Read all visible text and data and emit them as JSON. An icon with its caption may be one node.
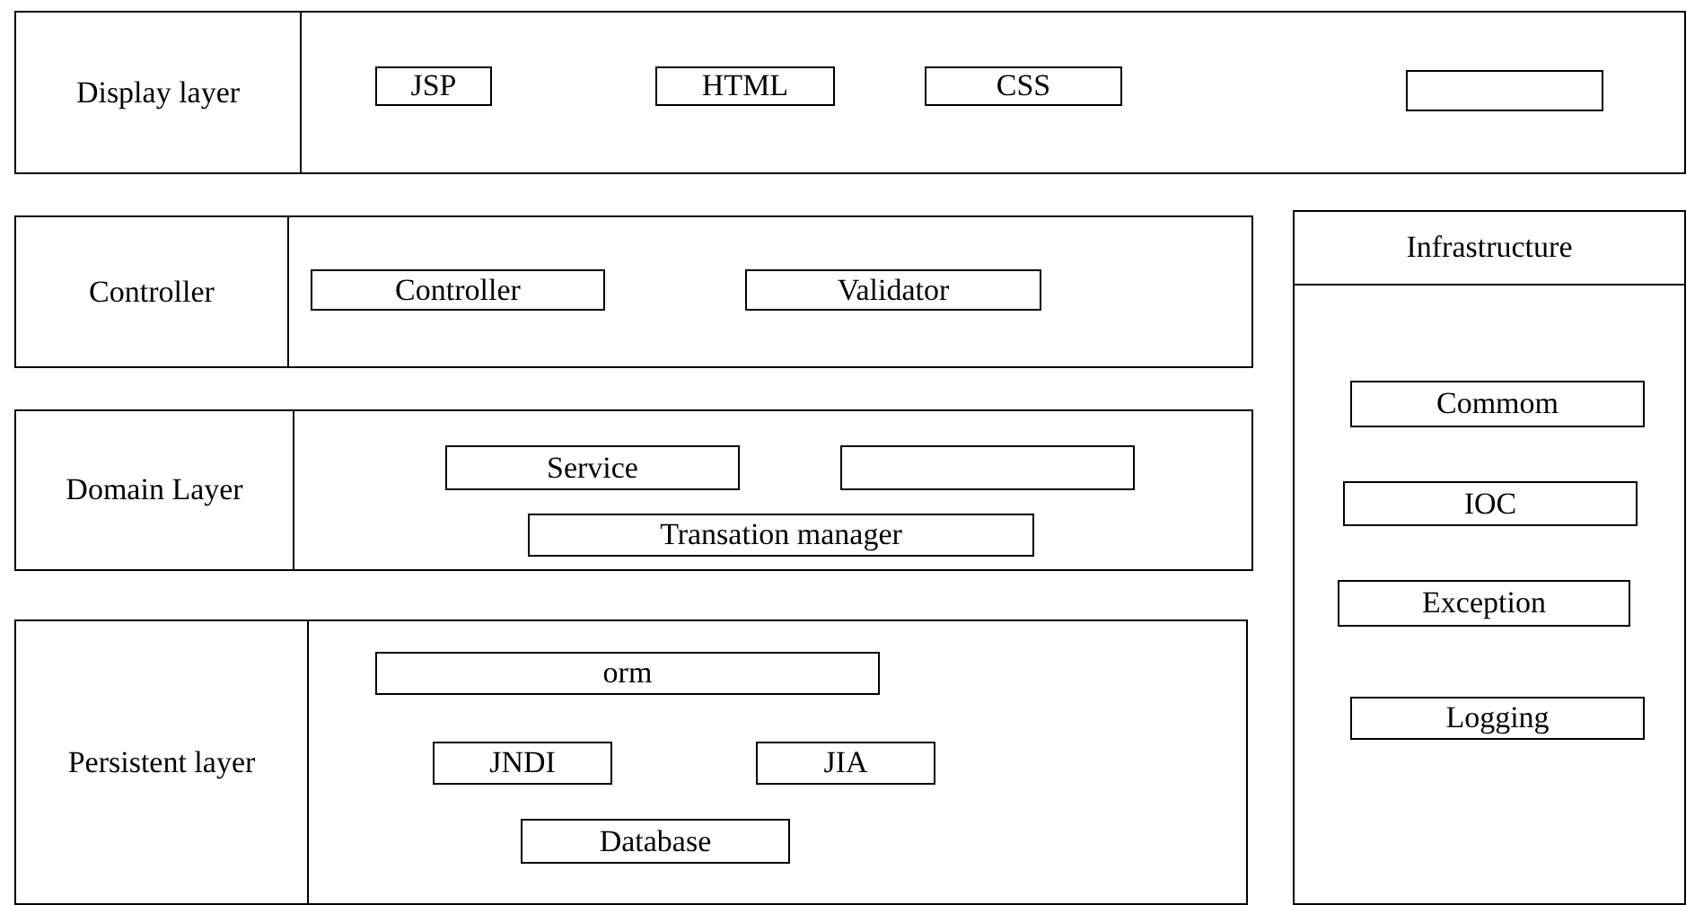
{
  "diagram": {
    "nodes": [
      {
        "text": [
          "Display layer"
        ]
      },
      {
        "text": [
          "JSP"
        ],
        "in": 0
      },
      {
        "text": [
          "HTML"
        ],
        "in": 0
      },
      {
        "text": [
          "CSS"
        ],
        "in": 0
      },
      {
        "text": [],
        "shape": "box",
        "in": 0
      },
      {
        "text": [
          "Controller"
        ]
      },
      {
        "text": [
          "Controller"
        ],
        "in": 5
      },
      {
        "text": [
          "Validator"
        ],
        "in": 5
      },
      {
        "text": [
          "Domain Layer"
        ]
      },
      {
        "text": [
          "Service"
        ],
        "in": 8
      },
      {
        "text": [],
        "shape": "box",
        "in": 8
      },
      {
        "text": [
          "Transation manager"
        ],
        "in": 8
      },
      {
        "text": [
          "Persistent layer"
        ]
      },
      {
        "text": [
          "orm"
        ],
        "in": 12
      },
      {
        "text": [
          "JNDI"
        ],
        "in": 12
      },
      {
        "text": [
          "JIA"
        ],
        "in": 12
      },
      {
        "text": [
          "Database"
        ],
        "in": 12
      },
      {
        "text": [
          "Infrastructure"
        ]
      },
      {
        "text": [
          "Commom"
        ],
        "in": 17
      },
      {
        "text": [
          "IOC"
        ],
        "in": 17
      },
      {
        "text": [
          "Exception"
        ],
        "in": 17
      },
      {
        "text": [
          "Logging"
        ],
        "in": 17
      }
    ]
  }
}
